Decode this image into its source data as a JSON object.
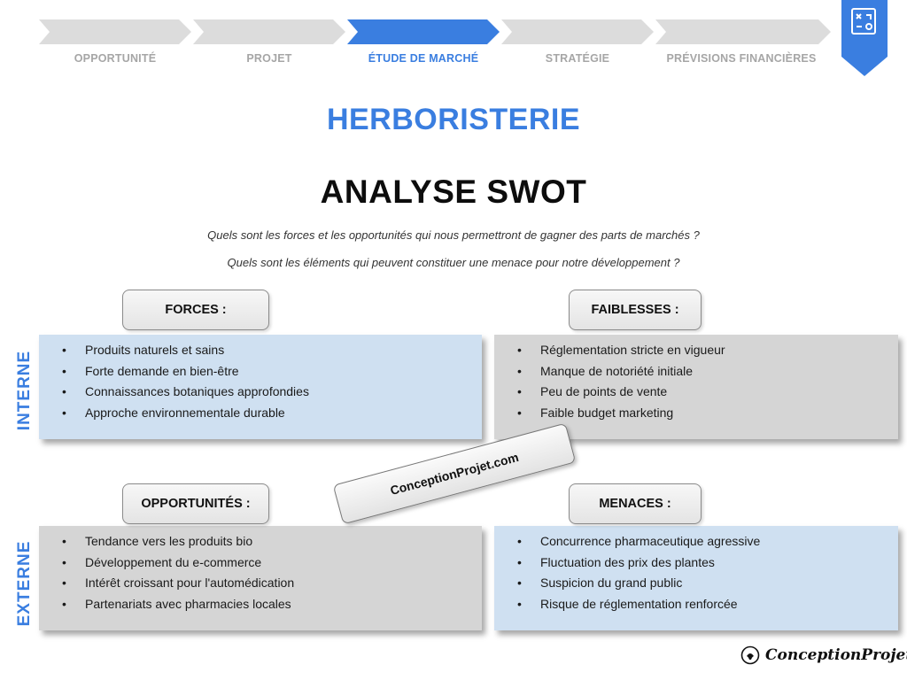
{
  "steps": [
    {
      "label": "OPPORTUNITÉ",
      "active": false
    },
    {
      "label": "PROJET",
      "active": false
    },
    {
      "label": "ÉTUDE DE MARCHÉ",
      "active": true
    },
    {
      "label": "STRATÉGIE",
      "active": false
    },
    {
      "label": "PRÉVISIONS FINANCIÈRES",
      "active": false
    }
  ],
  "colors": {
    "accent": "#3a7ee0",
    "step_inactive": "#dcdcdc",
    "blue_box": "#cfe0f1",
    "grey_box": "#d5d5d5"
  },
  "corner_badge": {
    "icon": "strategy-board-icon"
  },
  "title": "HERBORISTERIE",
  "subtitle": "ANALYSE SWOT",
  "questions": [
    "Quels sont les forces et les opportunités qui nous permettront de gagner des parts de marchés ?",
    "Quels sont les éléments qui peuvent constituer une menace pour notre développement ?"
  ],
  "side_labels": {
    "internal": "INTERNE",
    "external": "EXTERNE"
  },
  "quadrants": {
    "forces": {
      "title": "FORCES :",
      "items": [
        "Produits naturels et sains",
        "Forte demande en bien-être",
        "Connaissances botaniques approfondies",
        "Approche environnementale durable"
      ]
    },
    "faiblesses": {
      "title": "FAIBLESSES :",
      "items": [
        "Réglementation stricte en vigueur",
        "Manque de notoriété initiale",
        "Peu de points de vente",
        "Faible budget marketing"
      ]
    },
    "opportunites": {
      "title": "OPPORTUNITÉS :",
      "items": [
        "Tendance vers les produits bio",
        "Développement du e-commerce",
        "Intérêt croissant pour l'automédication",
        "Partenariats avec pharmacies locales"
      ]
    },
    "menaces": {
      "title": "MENACES :",
      "items": [
        "Concurrence pharmaceutique agressive",
        "Fluctuation des prix des plantes",
        "Suspicion du grand public",
        "Risque de réglementation renforcée"
      ]
    }
  },
  "stamp": "ConceptionProjet.com",
  "brand": {
    "name": "ConceptionProjet",
    "icon": "lightbulb-logo-icon"
  }
}
